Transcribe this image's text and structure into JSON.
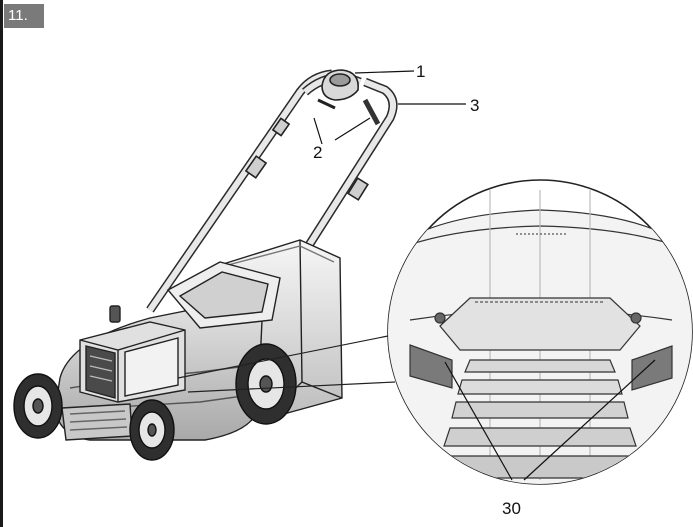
{
  "step_number": "11.",
  "callouts": {
    "c1": "1",
    "c2": "2",
    "c3": "3",
    "c30": "30"
  },
  "colors": {
    "line": "#222222",
    "fill_light": "#f2f2f2",
    "fill_mid": "#cfcfcf",
    "fill_dark": "#6a6a6a",
    "badge": "#7a7a7a"
  }
}
